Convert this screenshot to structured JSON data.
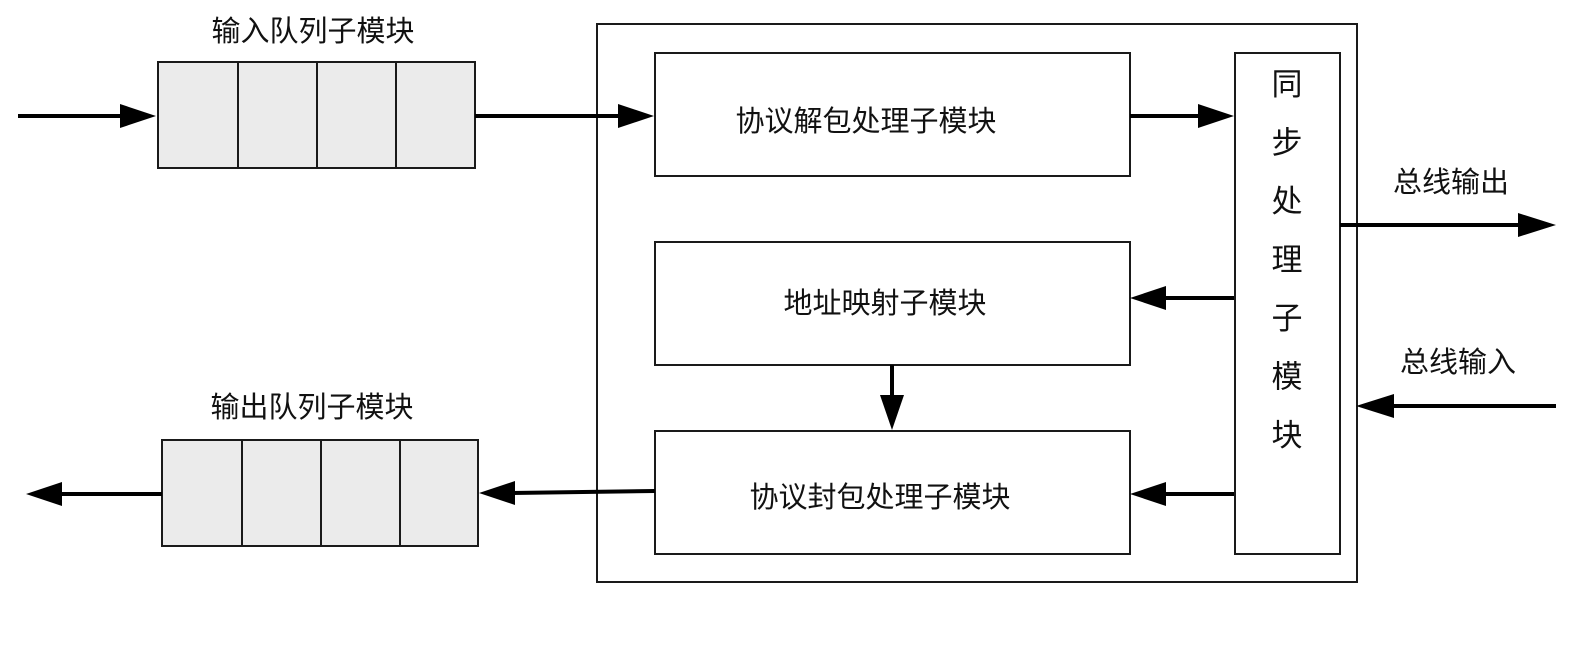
{
  "labels": {
    "input_queue_title": "输入队列子模块",
    "output_queue_title": "输出队列子模块",
    "unpack_module": "协议解包处理子模块",
    "address_mapping_module": "地址映射子模块",
    "pack_module": "协议封包处理子模块",
    "sync_module": "同步处理子模块",
    "bus_output": "总线输出",
    "bus_input": "总线输入"
  },
  "input_queue_cell_count": 4,
  "output_queue_cell_count": 4,
  "connections": [
    {
      "from": "external-input",
      "to": "input-queue"
    },
    {
      "from": "input-queue",
      "to": "unpack-module"
    },
    {
      "from": "unpack-module",
      "to": "sync-module"
    },
    {
      "from": "sync-module",
      "to": "address-mapping-module"
    },
    {
      "from": "address-mapping-module",
      "to": "pack-module"
    },
    {
      "from": "sync-module",
      "to": "pack-module"
    },
    {
      "from": "pack-module",
      "to": "output-queue"
    },
    {
      "from": "output-queue",
      "to": "external-output"
    },
    {
      "from": "sync-module",
      "to": "bus-output"
    },
    {
      "from": "bus-input",
      "to": "sync-module"
    }
  ]
}
